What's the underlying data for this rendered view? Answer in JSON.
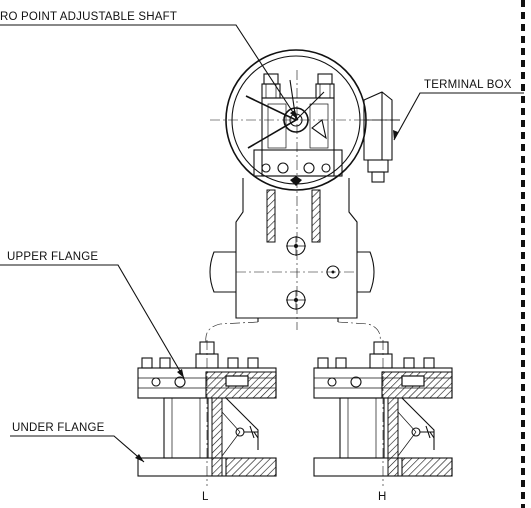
{
  "labels": {
    "zero_point_shaft": "RO POINT ADJUSTABLE SHAFT",
    "terminal_box": "TERMINAL BOX",
    "upper_flange": "UPPER FLANGE",
    "under_flange": "UNDER FLANGE",
    "port_low": "L",
    "port_high": "H"
  },
  "colors": {
    "line": "#111111",
    "background": "#ffffff"
  }
}
